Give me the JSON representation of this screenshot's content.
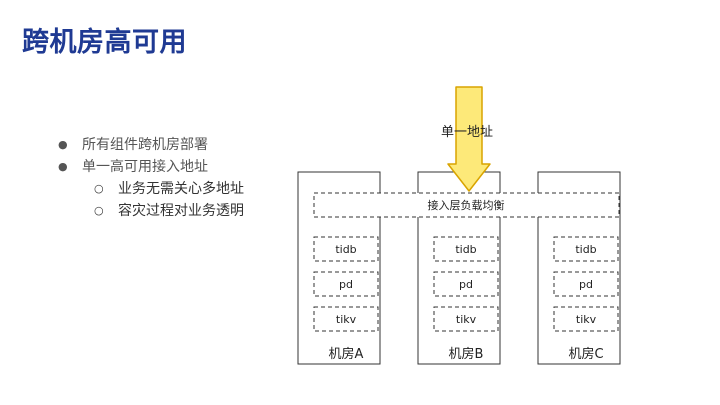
{
  "title": "跨机房高可用",
  "bullets": [
    {
      "text": "所有组件跨机房部署",
      "level": 1
    },
    {
      "text": "单一高可用接入地址",
      "level": 1
    },
    {
      "text": "业务无需关心多地址",
      "level": 2
    },
    {
      "text": "容灾过程对业务透明",
      "level": 2
    }
  ],
  "bullet_markers": {
    "level1": "●",
    "level2": "○"
  },
  "diagram": {
    "address_label": "单一地址",
    "load_balancer_label": "接入层负载均衡",
    "datacenters": [
      {
        "name": "机房A",
        "components": [
          "tidb",
          "pd",
          "tikv"
        ]
      },
      {
        "name": "机房B",
        "components": [
          "tidb",
          "pd",
          "tikv"
        ]
      },
      {
        "name": "机房C",
        "components": [
          "tidb",
          "pd",
          "tikv"
        ]
      }
    ]
  },
  "colors": {
    "title": "#1f3a93",
    "arrow_fill": "#fde979",
    "arrow_stroke": "#d9a400"
  }
}
